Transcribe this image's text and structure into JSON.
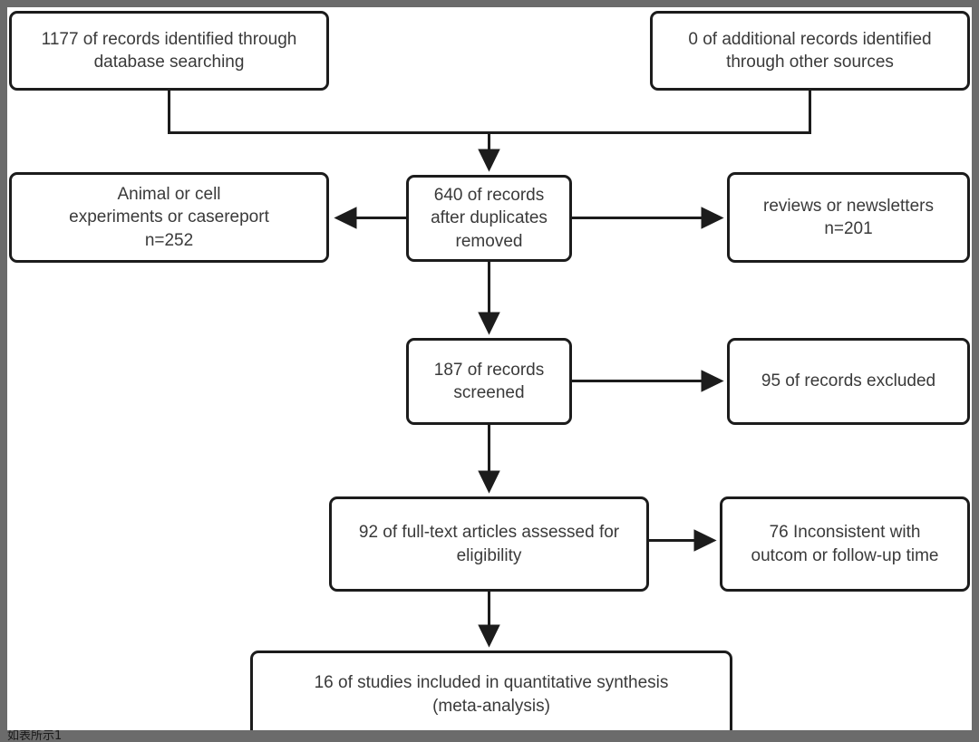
{
  "diagram": {
    "type": "prisma-flow-diagram",
    "title": "PRISMA study selection flow diagram",
    "frame_color": "#6b6b6b",
    "canvas_color": "#ffffff",
    "node_border_color": "#1c1c1c",
    "text_color": "#3a3a3a",
    "nodes": {
      "database_records": {
        "label": "1177 of records identified through database searching",
        "count": 1177,
        "stage": "identification"
      },
      "other_records": {
        "label": "0 of additional records identified through other sources",
        "count": 0,
        "stage": "identification"
      },
      "duplicates_removed": {
        "label": "640 of records after duplicates removed",
        "count": 640,
        "stage": "screening"
      },
      "animal_excluded": {
        "label": "Animal or cell experiments or casereport n=252",
        "count": 252,
        "stage": "excluded"
      },
      "reviews_excluded": {
        "label": "reviews or newsletters n=201",
        "count": 201,
        "stage": "excluded"
      },
      "records_screened": {
        "label": "187 of records screened",
        "count": 187,
        "stage": "screening"
      },
      "records_excluded": {
        "label": "95 of records excluded",
        "count": 95,
        "stage": "excluded"
      },
      "fulltext_assessed": {
        "label": "92 of full-text articles assessed for eligibility",
        "count": 92,
        "stage": "eligibility"
      },
      "fulltext_excluded": {
        "label": "76 Inconsistent with outcom or follow-up time",
        "count": 76,
        "stage": "excluded"
      },
      "studies_included": {
        "label": "16 of studies included in quantitative synthesis (meta-analysis)",
        "count": 16,
        "stage": "included"
      }
    },
    "node_text": {
      "database_records": [
        "1177 of records identified through",
        "database searching"
      ],
      "other_records": [
        "0 of additional records identified",
        "through other sources"
      ],
      "duplicates_removed": [
        "640 of records",
        "after duplicates",
        "removed"
      ],
      "animal_excluded": [
        "Animal or cell",
        "experiments or casereport",
        "n=252"
      ],
      "reviews_excluded": [
        "reviews or newsletters",
        "n=201"
      ],
      "records_screened": [
        "187 of records",
        "screened"
      ],
      "records_excluded": [
        "95 of records excluded"
      ],
      "fulltext_assessed": [
        "92 of full-text articles assessed for",
        "eligibility"
      ],
      "fulltext_excluded": [
        "76 Inconsistent with",
        "outcom or follow-up time"
      ],
      "studies_included": [
        "16 of studies included in quantitative synthesis",
        "(meta-analysis)"
      ]
    },
    "edges": [
      {
        "from": "database_records",
        "to": "duplicates_removed",
        "style": "elbow-merge",
        "arrow": true
      },
      {
        "from": "other_records",
        "to": "duplicates_removed",
        "style": "elbow-merge",
        "arrow": true
      },
      {
        "from": "duplicates_removed",
        "to": "animal_excluded",
        "style": "straight-left",
        "arrow": true
      },
      {
        "from": "duplicates_removed",
        "to": "reviews_excluded",
        "style": "straight-right",
        "arrow": true
      },
      {
        "from": "duplicates_removed",
        "to": "records_screened",
        "style": "straight-down",
        "arrow": true
      },
      {
        "from": "records_screened",
        "to": "records_excluded",
        "style": "straight-right",
        "arrow": true
      },
      {
        "from": "records_screened",
        "to": "fulltext_assessed",
        "style": "straight-down",
        "arrow": true
      },
      {
        "from": "fulltext_assessed",
        "to": "fulltext_excluded",
        "style": "straight-right",
        "arrow": true
      },
      {
        "from": "fulltext_assessed",
        "to": "studies_included",
        "style": "straight-down",
        "arrow": true
      }
    ]
  },
  "caption": {
    "text": "如表所示1"
  }
}
